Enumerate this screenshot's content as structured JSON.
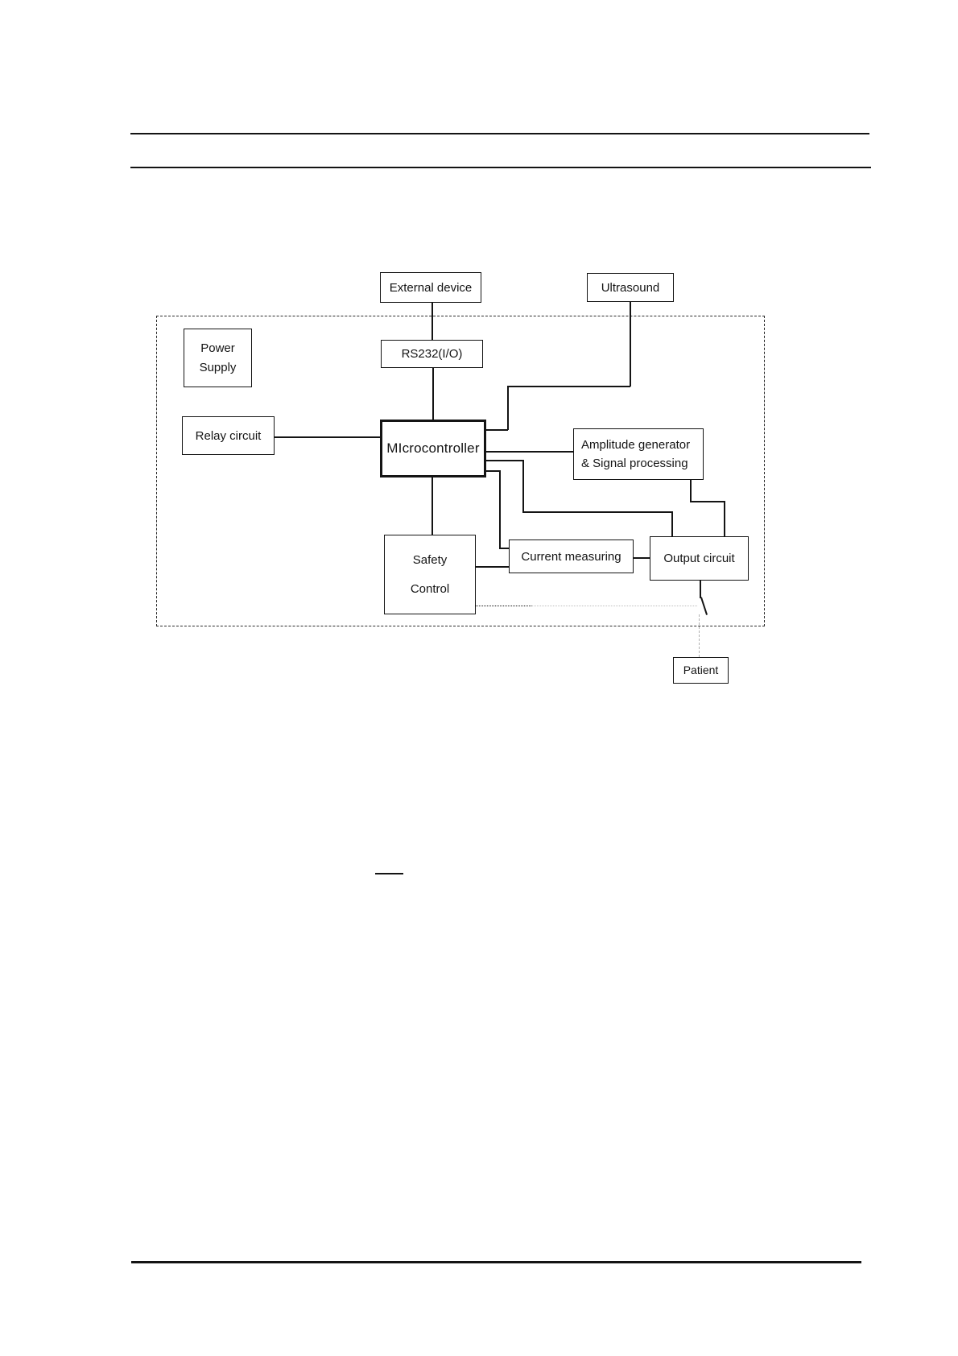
{
  "page": {
    "background": "#ffffff",
    "ink_color": "#141414",
    "faint_line_color": "#bdbdbd"
  },
  "diagram": {
    "nodes": {
      "external_device": {
        "label": "External device"
      },
      "ultrasound": {
        "label": "Ultrasound"
      },
      "power_supply": {
        "label": "Power\nSupply"
      },
      "rs232": {
        "label": "RS232(I/O)"
      },
      "relay_circuit": {
        "label": "Relay circuit"
      },
      "microcontroller": {
        "label": "MIcrocontroller"
      },
      "amplitude_generator": {
        "label": "Amplitude generator\n& Signal processing"
      },
      "safety_control": {
        "label": "Safety\nControl"
      },
      "current_measuring": {
        "label": "Current measuring"
      },
      "output_circuit": {
        "label": "Output circuit"
      },
      "patient": {
        "label": "Patient"
      }
    }
  }
}
